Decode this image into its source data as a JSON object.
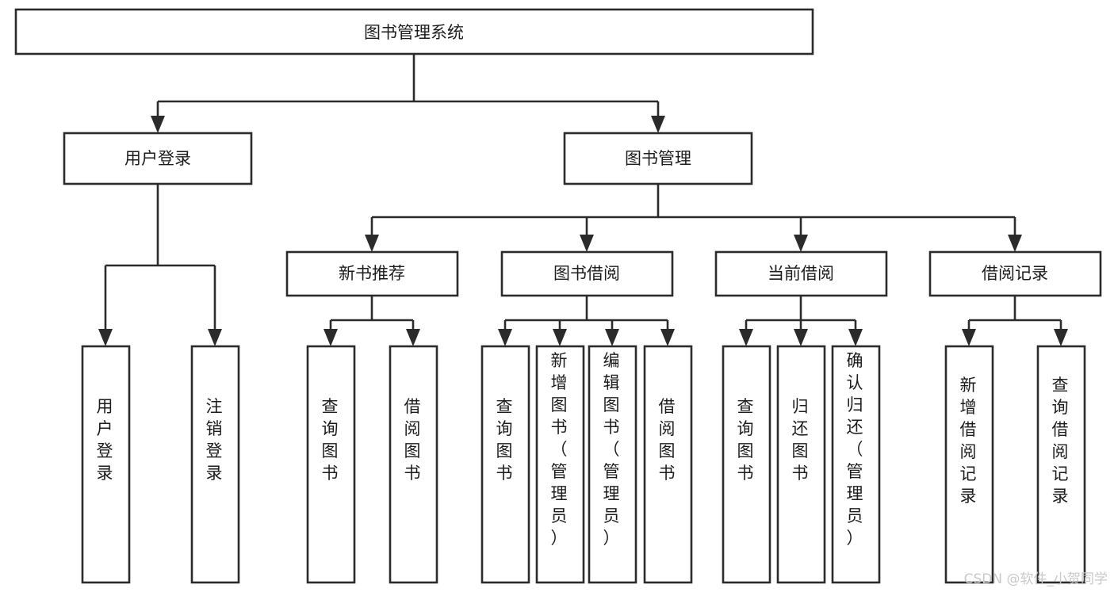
{
  "diagram": {
    "type": "tree-hierarchy",
    "title": "图书管理系统",
    "root": {
      "label": "图书管理系统"
    },
    "level2": [
      {
        "label": "用户登录"
      },
      {
        "label": "图书管理"
      }
    ],
    "level3": [
      {
        "label": "新书推荐"
      },
      {
        "label": "图书借阅"
      },
      {
        "label": "当前借阅"
      },
      {
        "label": "借阅记录"
      }
    ],
    "leaves": {
      "user_login": [
        {
          "label": "用户登录"
        },
        {
          "label": "注销登录"
        }
      ],
      "new_book_recommend": [
        {
          "label": "查询图书"
        },
        {
          "label": "借阅图书"
        }
      ],
      "book_borrow": [
        {
          "label": "查询图书"
        },
        {
          "label": "新增图书（管理员）"
        },
        {
          "label": "编辑图书（管理员）"
        },
        {
          "label": "借阅图书"
        }
      ],
      "current_borrow": [
        {
          "label": "查询图书"
        },
        {
          "label": "归还图书"
        },
        {
          "label": "确认归还（管理员）"
        }
      ],
      "borrow_record": [
        {
          "label": "新增借阅记录"
        },
        {
          "label": "查询借阅记录"
        }
      ]
    },
    "colors": {
      "stroke": "#2b2b2b",
      "fill": "#ffffff",
      "text": "#1c1c1c",
      "watermark": "#c9c9c9"
    }
  },
  "watermark": {
    "text": "CSDN @软件_小贺同学"
  }
}
